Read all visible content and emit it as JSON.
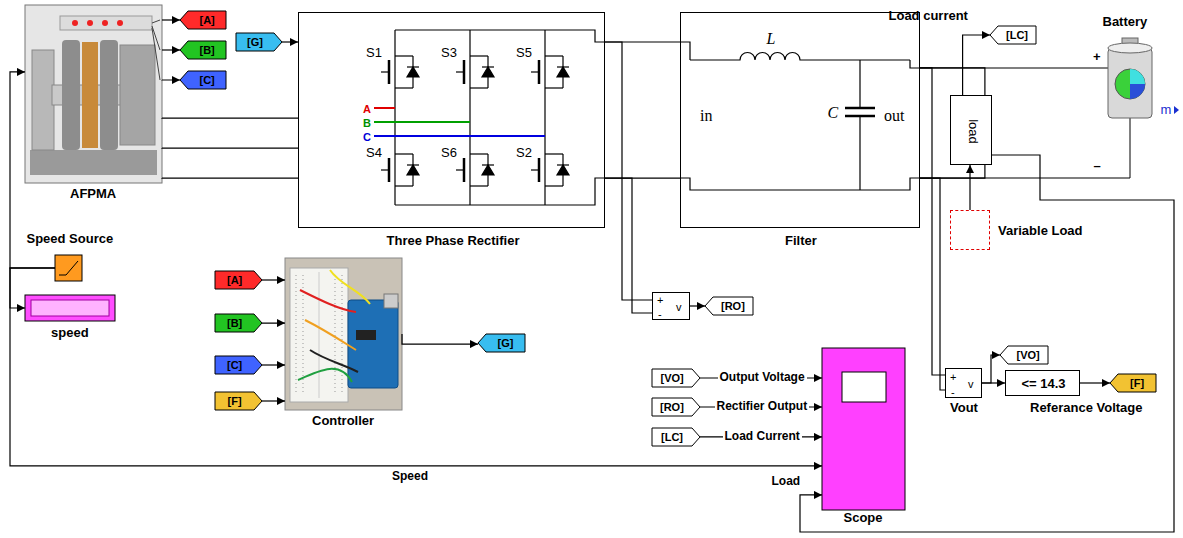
{
  "diagram": {
    "nodes": [
      {
        "text": [
          "AFPMA"
        ]
      },
      {
        "text": [
          "[A]"
        ]
      },
      {
        "text": [
          "[B]"
        ]
      },
      {
        "text": [
          "[C]"
        ]
      },
      {
        "text": [
          "[G]"
        ]
      },
      {
        "text": [
          "S1",
          "S3",
          "S5",
          "A",
          "B",
          "C",
          "S4",
          "S6",
          "S2",
          "Three Phase Rectifier"
        ]
      },
      {
        "text": [
          "L",
          "in",
          "C",
          "out",
          "Filter"
        ]
      },
      {
        "text": [
          "[LC]"
        ]
      },
      {
        "text": [
          "Battery"
        ]
      },
      {
        "text": [
          "load"
        ]
      },
      {
        "text": [
          "Variable Load"
        ]
      },
      {
        "text": [
          "+",
          "v",
          "-"
        ]
      },
      {
        "text": [
          "[RO]"
        ]
      },
      {
        "text": [
          "Speed Source"
        ]
      },
      {
        "text": [
          "speed"
        ]
      },
      {
        "text": [
          "[A]"
        ]
      },
      {
        "text": [
          "[B]"
        ]
      },
      {
        "text": [
          "[C]"
        ]
      },
      {
        "text": [
          "[F]"
        ]
      },
      {
        "text": [
          "Controller"
        ]
      },
      {
        "text": [
          "[G]"
        ]
      },
      {
        "text": [
          "[VO]"
        ]
      },
      {
        "text": [
          "+",
          "v",
          "-",
          "Vout"
        ]
      },
      {
        "text": [
          "<= 14.3",
          "Referance Voltage"
        ]
      },
      {
        "text": [
          "[F]"
        ]
      },
      {
        "text": [
          "[VO]"
        ]
      },
      {
        "text": [
          "[RO]"
        ]
      },
      {
        "text": [
          "[LC]"
        ]
      },
      {
        "text": [
          "Scope"
        ]
      }
    ],
    "edges": [
      {
        "from": 0,
        "to": 1,
        "arrow": "to"
      },
      {
        "from": 0,
        "to": 2,
        "arrow": "to"
      },
      {
        "from": 0,
        "to": 3,
        "arrow": "to"
      },
      {
        "from": 4,
        "to": 5,
        "arrow": "to"
      },
      {
        "from": 0,
        "to": 5,
        "arrow": "none"
      },
      {
        "from": 0,
        "to": 5,
        "arrow": "none"
      },
      {
        "from": 0,
        "to": 5,
        "arrow": "none"
      },
      {
        "from": 5,
        "to": 6,
        "arrow": "none"
      },
      {
        "from": 5,
        "to": 6,
        "arrow": "none"
      },
      {
        "from": 5,
        "to": 11,
        "arrow": "none"
      },
      {
        "from": 5,
        "to": 11,
        "arrow": "none"
      },
      {
        "from": 11,
        "to": 12,
        "arrow": "to"
      },
      {
        "from": 6,
        "to": 8,
        "arrow": "none"
      },
      {
        "from": 6,
        "to": 8,
        "arrow": "none"
      },
      {
        "from": 6,
        "to": 9,
        "arrow": "none"
      },
      {
        "from": 6,
        "to": 9,
        "arrow": "none"
      },
      {
        "from": 9,
        "to": 7,
        "arrow": "to"
      },
      {
        "from": 10,
        "to": 9,
        "arrow": "to"
      },
      {
        "from": 6,
        "to": 22,
        "arrow": "none"
      },
      {
        "from": 6,
        "to": 22,
        "arrow": "none"
      },
      {
        "from": 22,
        "to": 21,
        "arrow": "to"
      },
      {
        "from": 22,
        "to": 23,
        "arrow": "to"
      },
      {
        "from": 23,
        "to": 24,
        "arrow": "to"
      },
      {
        "from": 13,
        "to": 0,
        "arrow": "to"
      },
      {
        "from": 13,
        "to": 14,
        "arrow": "to"
      },
      {
        "from": 13,
        "to": 28,
        "arrow": "to",
        "label": "Speed"
      },
      {
        "from": 15,
        "to": 19,
        "arrow": "to"
      },
      {
        "from": 16,
        "to": 19,
        "arrow": "to"
      },
      {
        "from": 17,
        "to": 19,
        "arrow": "to"
      },
      {
        "from": 18,
        "to": 19,
        "arrow": "to"
      },
      {
        "from": 19,
        "to": 20,
        "arrow": "to"
      },
      {
        "from": 25,
        "to": 28,
        "arrow": "to",
        "label": "Output Voltage"
      },
      {
        "from": 26,
        "to": 28,
        "arrow": "to",
        "label": "Rectifier Output"
      },
      {
        "from": 27,
        "to": 28,
        "arrow": "to",
        "label": "Load Current"
      },
      {
        "from": 9,
        "to": 28,
        "arrow": "to",
        "label": "Load"
      }
    ],
    "labels": [
      "Load current",
      "+",
      "–",
      "m"
    ]
  }
}
